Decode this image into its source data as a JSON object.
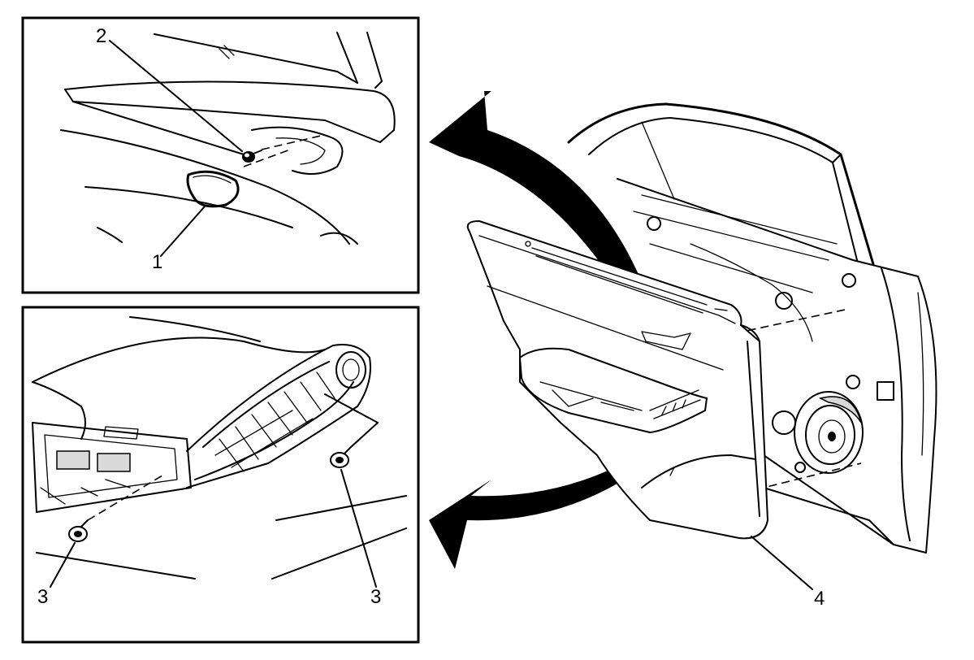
{
  "callouts": [
    {
      "id": "callout-1",
      "label": "1"
    },
    {
      "id": "callout-2",
      "label": "2"
    },
    {
      "id": "callout-3a",
      "label": "3"
    },
    {
      "id": "callout-3b",
      "label": "3"
    },
    {
      "id": "callout-4",
      "label": "4"
    }
  ],
  "icons": [
    "curved-arrow-up-icon",
    "curved-arrow-down-icon"
  ],
  "colors": {
    "line": "#000000",
    "background": "#ffffff"
  }
}
